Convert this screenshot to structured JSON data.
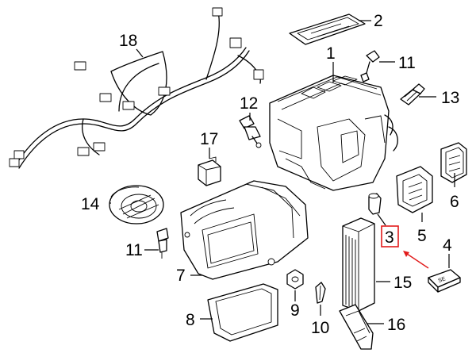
{
  "callouts": [
    {
      "id": "c1",
      "label": "1"
    },
    {
      "id": "c2",
      "label": "2"
    },
    {
      "id": "c3",
      "label": "3"
    },
    {
      "id": "c4",
      "label": "4"
    },
    {
      "id": "c5",
      "label": "5"
    },
    {
      "id": "c6",
      "label": "6"
    },
    {
      "id": "c7",
      "label": "7"
    },
    {
      "id": "c8",
      "label": "8"
    },
    {
      "id": "c9",
      "label": "9"
    },
    {
      "id": "c10",
      "label": "10"
    },
    {
      "id": "c11a",
      "label": "11"
    },
    {
      "id": "c11b",
      "label": "11"
    },
    {
      "id": "c12",
      "label": "12"
    },
    {
      "id": "c13",
      "label": "13"
    },
    {
      "id": "c14",
      "label": "14"
    },
    {
      "id": "c15",
      "label": "15"
    },
    {
      "id": "c16",
      "label": "16"
    },
    {
      "id": "c17",
      "label": "17"
    },
    {
      "id": "c18",
      "label": "18"
    }
  ],
  "highlight": {
    "callout": "3",
    "color": "#e21b1b"
  }
}
